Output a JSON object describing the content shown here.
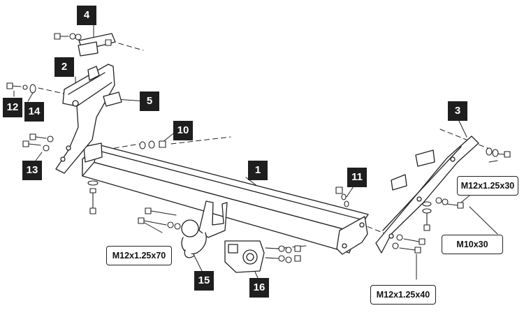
{
  "diagram": {
    "parts": [
      {
        "number": "1"
      },
      {
        "number": "2"
      },
      {
        "number": "3"
      },
      {
        "number": "4"
      },
      {
        "number": "5"
      },
      {
        "number": "10"
      },
      {
        "number": "11"
      },
      {
        "number": "12"
      },
      {
        "number": "13"
      },
      {
        "number": "14"
      },
      {
        "number": "15"
      },
      {
        "number": "16"
      }
    ],
    "callouts": [
      {
        "text": "M12x1.25x30"
      },
      {
        "text": "M10x30"
      },
      {
        "text": "M12x1.25x70"
      },
      {
        "text": "M12x1.25x40"
      }
    ]
  },
  "colors": {
    "line": "#222222",
    "badge": "#1e1e1e",
    "background": "#ffffff"
  }
}
